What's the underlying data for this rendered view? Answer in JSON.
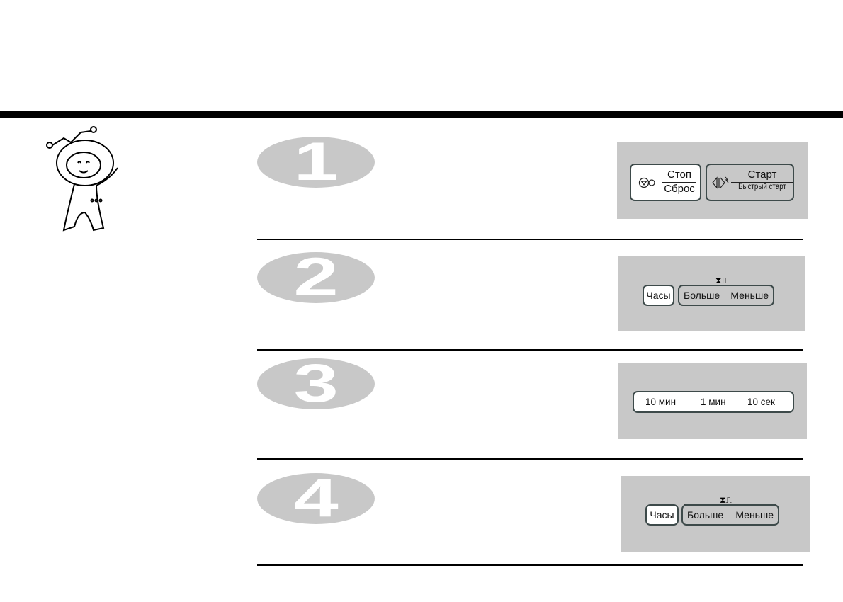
{
  "steps": [
    {
      "number": "1"
    },
    {
      "number": "2"
    },
    {
      "number": "3"
    },
    {
      "number": "4"
    }
  ],
  "panel1": {
    "stop": "Стоп",
    "reset": "Сброс",
    "start": "Старт",
    "quick_start": "Быстрый старт"
  },
  "panel2": {
    "clock": "Часы",
    "more": "Больше",
    "less": "Меньше"
  },
  "panel3": {
    "ten_min": "10 мин",
    "one_min": "1 мин",
    "ten_sec": "10 сек"
  },
  "panel4": {
    "clock": "Часы",
    "more": "Больше",
    "less": "Меньше"
  },
  "colors": {
    "panel": "#c8c8c8",
    "number_oval": "#c8c8c8",
    "bar": "#000000"
  }
}
